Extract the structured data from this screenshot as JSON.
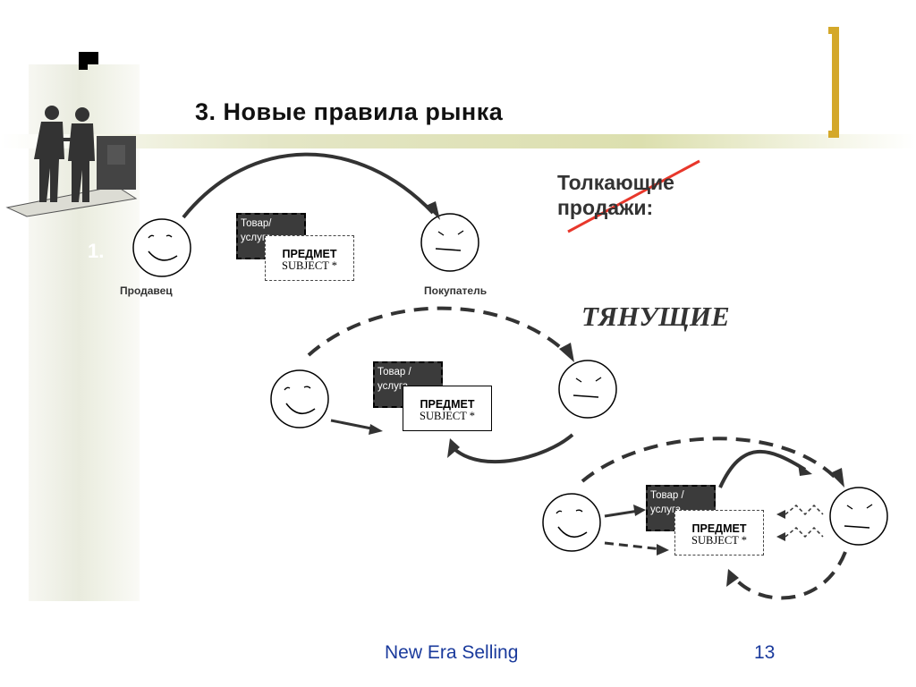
{
  "slide": {
    "title": "3. Новые правила рынка",
    "step_number": "1.",
    "push_heading": "Толкающие продажи:",
    "pull_heading": "ТЯНУЩИЕ",
    "footer": "New Era Selling",
    "page_number": "13"
  },
  "diagram": {
    "seller_label": "Продавец",
    "buyer_label": "Покупатель",
    "product_label_1": "Товар/ услуга",
    "product_label_2": "Товар / услуга",
    "product_label_3": "Товар / услуга",
    "subject_ru": "ПРЕДМЕТ",
    "subject_en": "SUBJECT *"
  },
  "colors": {
    "footer_text": "#1a3a9c",
    "strike_line": "#e8372b",
    "bracket": "#d4a82a"
  }
}
